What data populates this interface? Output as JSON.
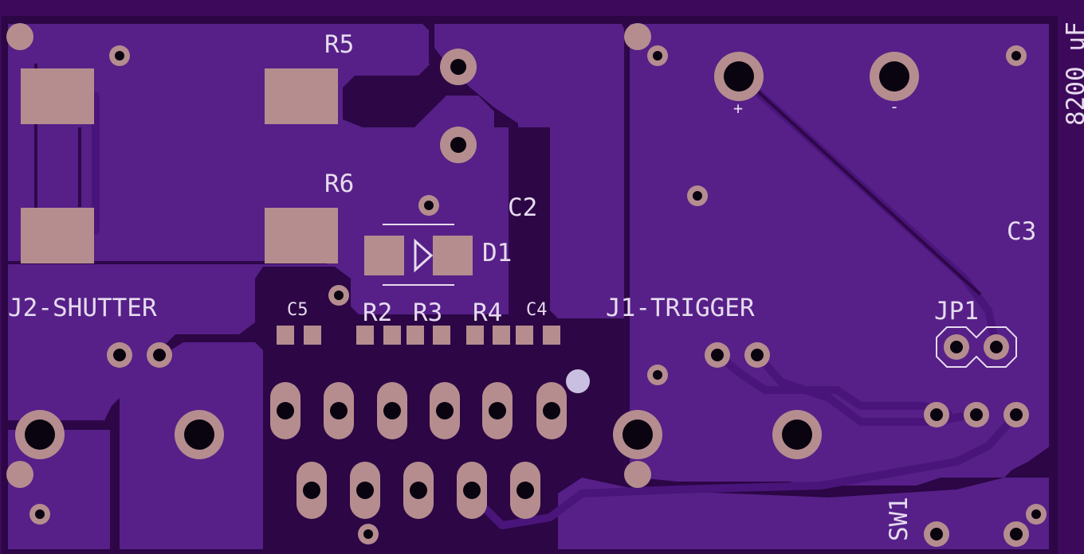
{
  "colors": {
    "background": "#3d0a5b",
    "board_outline": "#2c0645",
    "copper_pour": "#562088",
    "trace": "#4a157a",
    "gap": "#2f0749",
    "copper_pad": "#b58d8f",
    "drill_hole": "#0a0410",
    "silkscreen": "#e6dbee"
  },
  "silkscreen_labels": {
    "r5": "R5",
    "r6": "R6",
    "c2": "C2",
    "d1": "D1",
    "c3": "C3",
    "j2": "J2-SHUTTER",
    "c5": "C5",
    "r2": "R2",
    "r3": "R3",
    "r4": "R4",
    "c4": "C4",
    "j1": "J1-TRIGGER",
    "jp1": "JP1",
    "plus": "+",
    "minus": "-",
    "sw1": "SW1",
    "cap_value": "8200 uF"
  }
}
